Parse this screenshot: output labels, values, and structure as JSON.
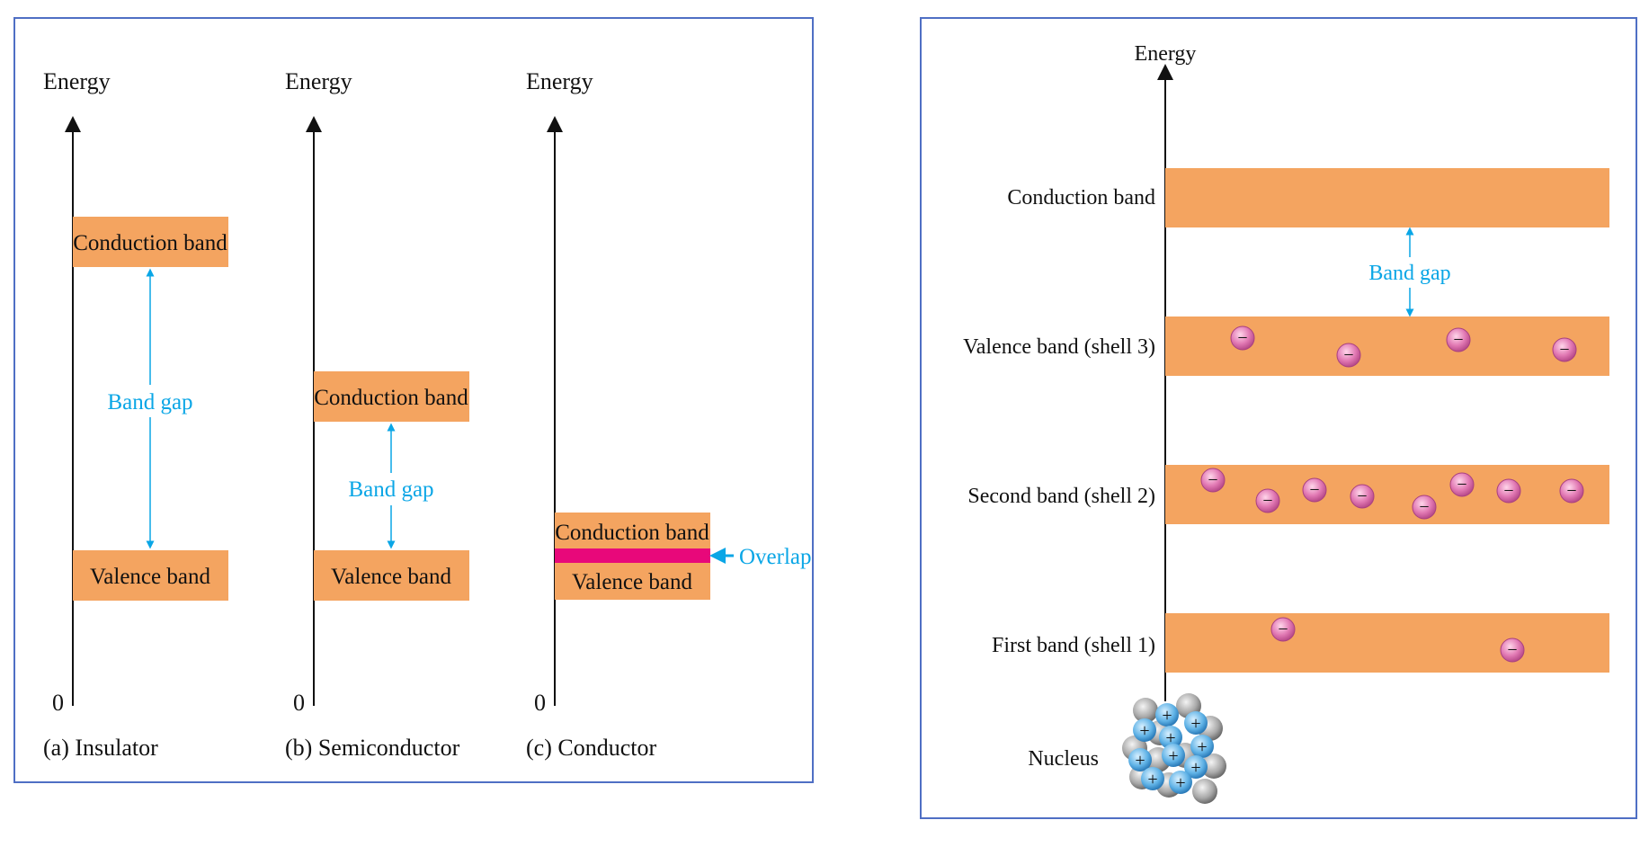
{
  "colors": {
    "band": "#f4a460",
    "overlap": "#e8087a",
    "frame": "#4f6fc4",
    "accent": "#0aa6e6",
    "electron": "#e27ab4"
  },
  "left_panel": {
    "diagrams": [
      {
        "axis_label": "Energy",
        "zero_label": "0",
        "caption": "(a) Insulator",
        "conduction_label": "Conduction band",
        "valence_label": "Valence band",
        "gap_label": "Band gap"
      },
      {
        "axis_label": "Energy",
        "zero_label": "0",
        "caption": "(b) Semiconductor",
        "conduction_label": "Conduction band",
        "valence_label": "Valence band",
        "gap_label": "Band gap"
      },
      {
        "axis_label": "Energy",
        "zero_label": "0",
        "caption": "(c) Conductor",
        "conduction_label": "Conduction band",
        "valence_label": "Valence band",
        "overlap_label": "Overlap"
      }
    ]
  },
  "right_panel": {
    "axis_label": "Energy",
    "gap_label": "Band gap",
    "bands": [
      {
        "label": "Conduction band",
        "electrons": 0,
        "electron_symbol": "−"
      },
      {
        "label": "Valence band (shell 3)",
        "electrons": 4,
        "electron_symbol": "−"
      },
      {
        "label": "Second band (shell 2)",
        "electrons": 8,
        "electron_symbol": "−"
      },
      {
        "label": "First band (shell 1)",
        "electrons": 2,
        "electron_symbol": "−"
      }
    ],
    "nucleus_label": "Nucleus",
    "proton_symbol": "+"
  }
}
